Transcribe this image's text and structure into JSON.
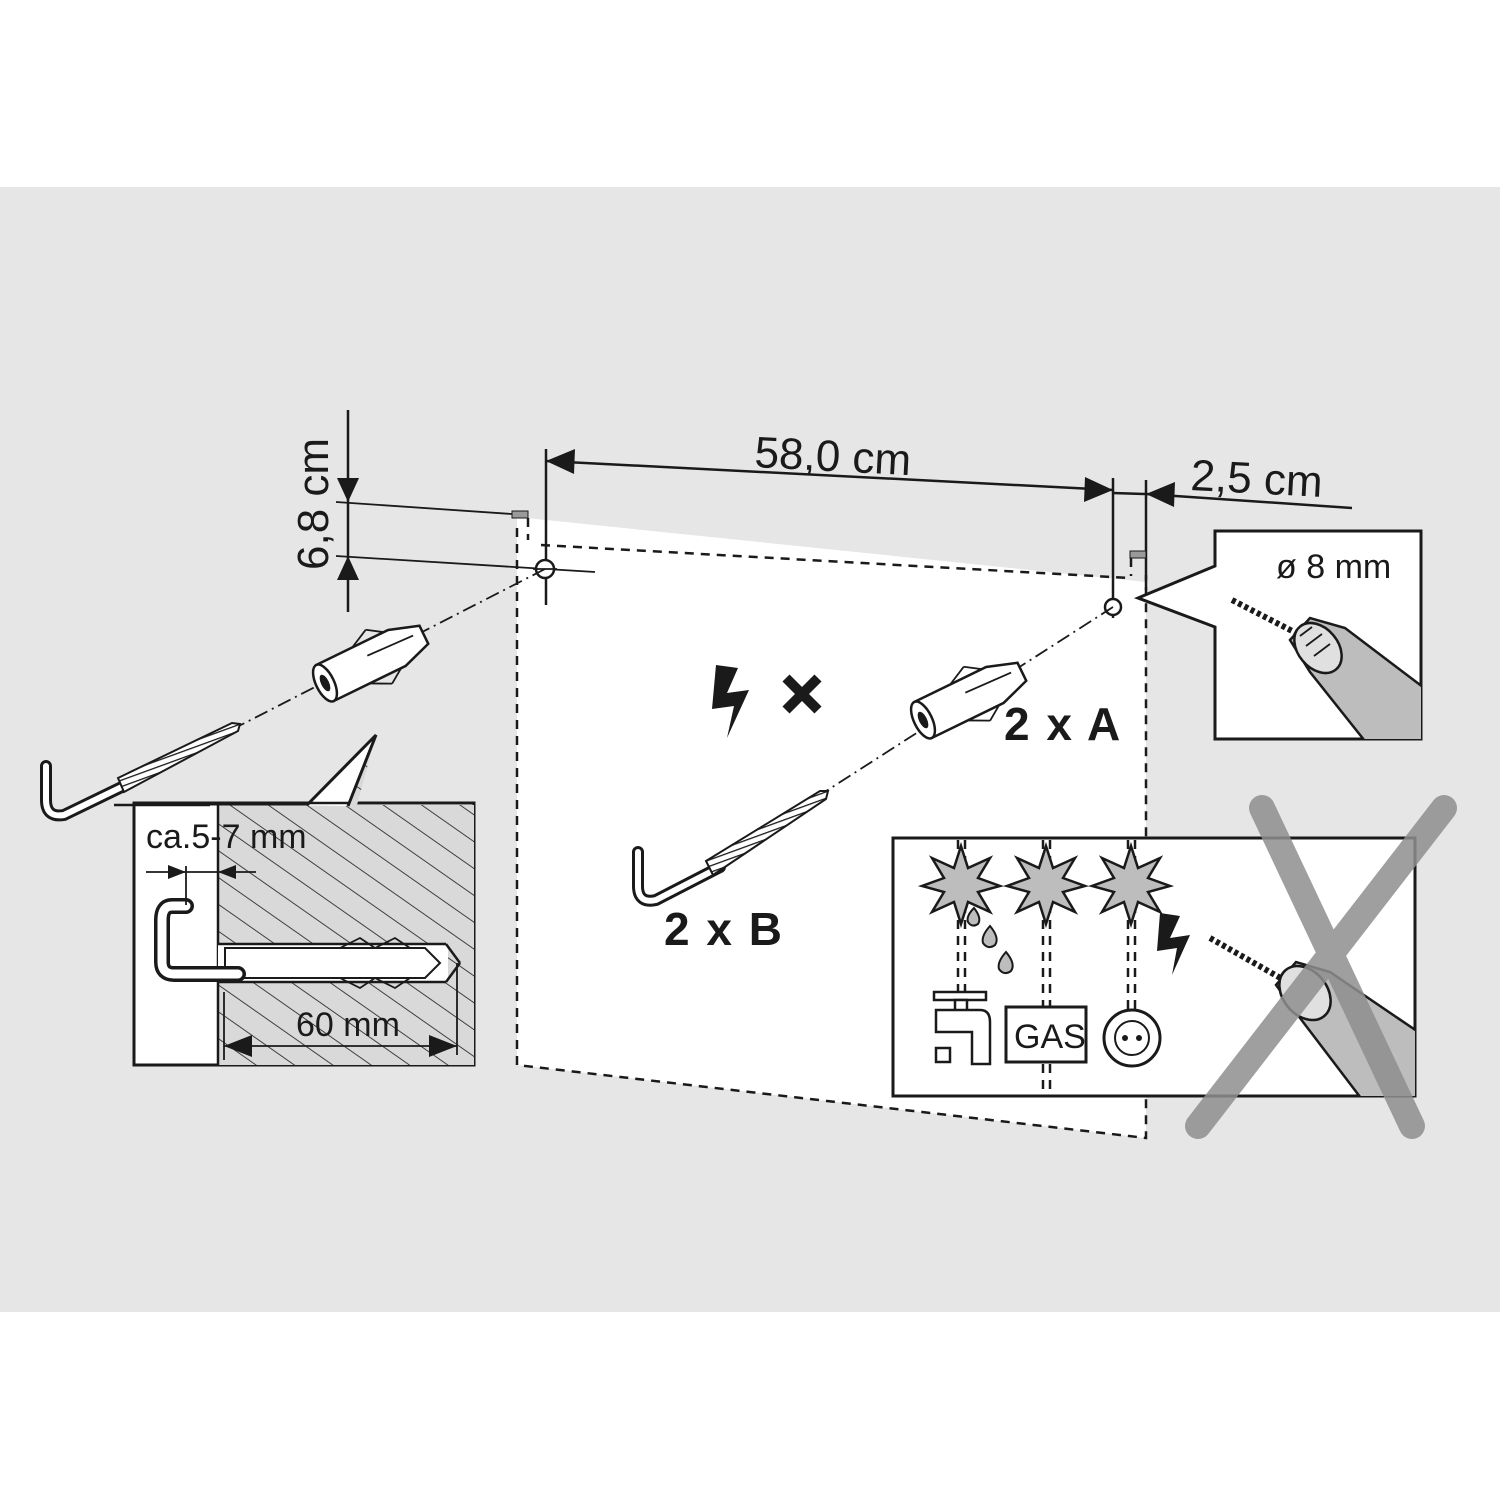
{
  "colors": {
    "background": "#e6e6e6",
    "line": "#1a1a1a",
    "panel": "#ffffff",
    "hatch_bg": "#d9d9d9",
    "cross": "#8f8f8f",
    "drill_body": "#bdbdbd"
  },
  "dimensions": {
    "height_offset": "6,8 cm",
    "hole_spacing": "58,0 cm",
    "edge_offset": "2,5 cm"
  },
  "drill_callout": {
    "diameter": "ø 8 mm",
    "icon": "drill-icon"
  },
  "parts": {
    "dowel_label": "2 x A",
    "hook_label": "2 x B"
  },
  "section_detail": {
    "gap_label": "ca.5-7 mm",
    "depth_label": "60 mm"
  },
  "hazard_panel": {
    "gas_label": "GAS",
    "icons": [
      "water-tap-icon",
      "gas-pipe-icon",
      "power-socket-icon",
      "lightning-icon",
      "drill-icon"
    ]
  },
  "hazard_note": {
    "icons": [
      "lightning-icon",
      "cross-icon"
    ]
  }
}
